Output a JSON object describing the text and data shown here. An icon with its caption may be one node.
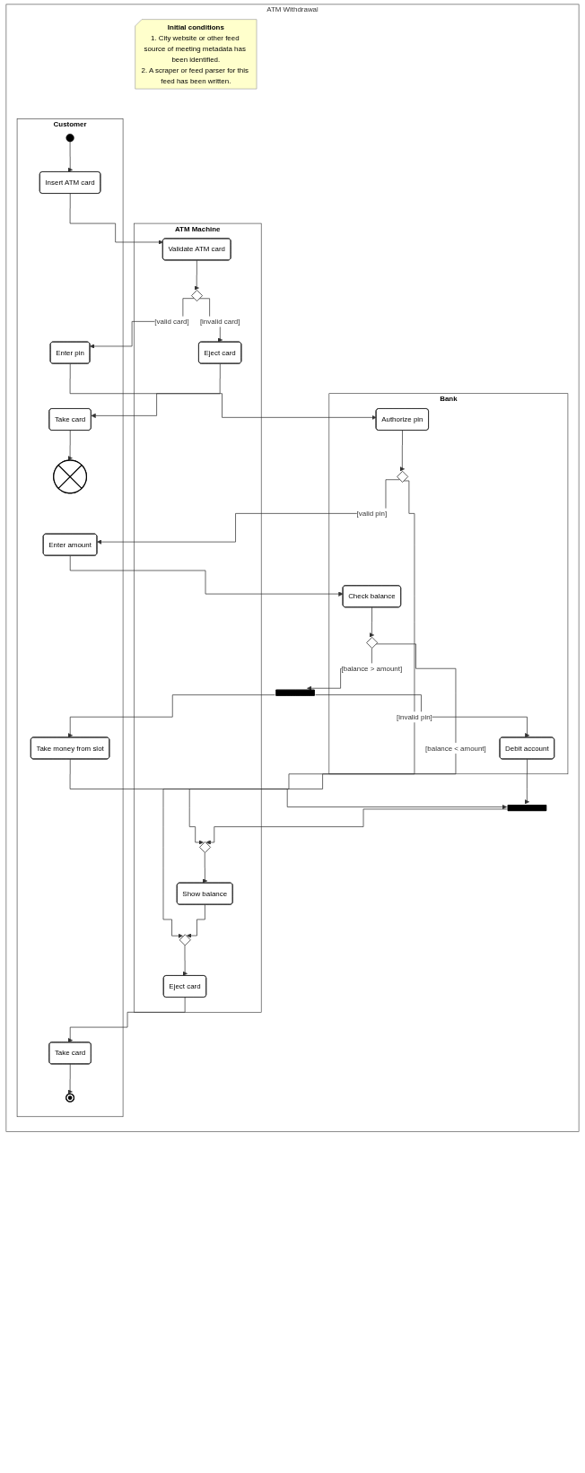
{
  "diagram": {
    "nodes": [
      {
        "text": [
          "ATM Withdrawal"
        ]
      },
      {
        "text": [
          "Initial conditions",
          "1. City website or other feed source of meeting metadata has been identified.",
          "2. A scraper or feed parser for this feed has been written."
        ],
        "in": 0
      },
      {
        "text": [
          "Customer"
        ],
        "in": 0
      },
      {
        "text": [
          "ATM Machine"
        ],
        "in": 0
      },
      {
        "text": [
          "Bank"
        ],
        "in": 0
      },
      {
        "text": [],
        "shape": "circle",
        "in": 2
      },
      {
        "text": [
          "Insert ATM card"
        ],
        "in": 2
      },
      {
        "text": [
          "Validate ATM card"
        ],
        "in": 3
      },
      {
        "text": [],
        "shape": "diamond",
        "in": 3
      },
      {
        "text": [
          "Take card"
        ],
        "in": 2
      },
      {
        "text": [
          "Eject card"
        ],
        "in": 3
      },
      {
        "text": [],
        "shape": "circle",
        "in": 2
      },
      {
        "text": [
          "Enter pin"
        ],
        "in": 2
      },
      {
        "text": [
          "Authorize pin"
        ],
        "in": 4
      },
      {
        "text": [],
        "shape": "diamond",
        "in": 4
      },
      {
        "text": [
          "Enter amount"
        ],
        "in": 2
      },
      {
        "text": [
          "Check balance"
        ],
        "in": 4
      },
      {
        "text": [],
        "shape": "diamond",
        "in": 4
      },
      {
        "text": [],
        "shape": "bar",
        "in": 0
      },
      {
        "text": [
          "Take money from slot"
        ],
        "in": 2
      },
      {
        "text": [
          "Debit account"
        ],
        "in": 4
      },
      {
        "text": [],
        "shape": "bar",
        "in": 0
      },
      {
        "text": [],
        "shape": "diamond",
        "in": 3
      },
      {
        "text": [
          "Show balance"
        ],
        "in": 3
      },
      {
        "text": [],
        "shape": "diamond",
        "in": 3
      },
      {
        "text": [
          "Eject card"
        ],
        "in": 3
      },
      {
        "text": [
          "Take card"
        ],
        "in": 2
      },
      {
        "text": [],
        "shape": "circle",
        "in": 2
      }
    ],
    "edges": [
      {
        "from": 5,
        "to": 6,
        "arrow": "to"
      },
      {
        "from": 6,
        "to": 7,
        "arrow": "to"
      },
      {
        "from": 7,
        "to": 8,
        "arrow": "to"
      },
      {
        "from": 8,
        "to": 12,
        "arrow": "to",
        "label": "[valid card]"
      },
      {
        "from": 8,
        "to": 10,
        "arrow": "to",
        "label": "[invalid card]"
      },
      {
        "from": 10,
        "to": 9,
        "arrow": "to"
      },
      {
        "from": 9,
        "to": 11,
        "arrow": "to"
      },
      {
        "from": 12,
        "to": 13,
        "arrow": "to"
      },
      {
        "from": 13,
        "to": 14,
        "arrow": "to"
      },
      {
        "from": 14,
        "to": 15,
        "arrow": "to",
        "label": "[valid pin]"
      },
      {
        "from": 14,
        "to": 24,
        "arrow": "to",
        "label": "[invalid pin]"
      },
      {
        "from": 15,
        "to": 16,
        "arrow": "to"
      },
      {
        "from": 16,
        "to": 17,
        "arrow": "to"
      },
      {
        "from": 17,
        "to": 22,
        "arrow": "to",
        "label": "[balance < amount]"
      },
      {
        "from": 17,
        "to": 18,
        "arrow": "to",
        "label": "[balance > amount]"
      },
      {
        "from": 18,
        "to": 19,
        "arrow": "to"
      },
      {
        "from": 18,
        "to": 20,
        "arrow": "to"
      },
      {
        "from": 19,
        "to": 21,
        "arrow": "to"
      },
      {
        "from": 20,
        "to": 21,
        "arrow": "to"
      },
      {
        "from": 21,
        "to": 22,
        "arrow": "to"
      },
      {
        "from": 22,
        "to": 23,
        "arrow": "to"
      },
      {
        "from": 23,
        "to": 24,
        "arrow": "to"
      },
      {
        "from": 24,
        "to": 25,
        "arrow": "to"
      },
      {
        "from": 25,
        "to": 26,
        "arrow": "to"
      },
      {
        "from": 26,
        "to": 27,
        "arrow": "to"
      }
    ]
  }
}
